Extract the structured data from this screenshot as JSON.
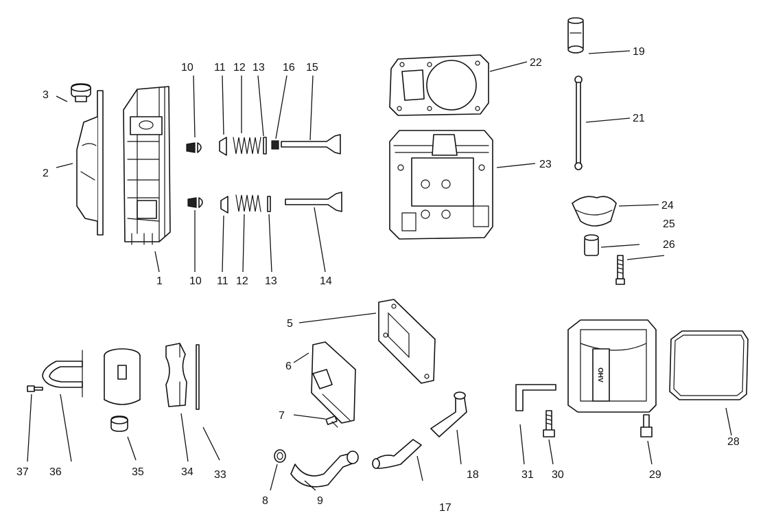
{
  "callouts": {
    "c1": "1",
    "c2": "2",
    "c3": "3",
    "c5": "5",
    "c6": "6",
    "c7": "7",
    "c8": "8",
    "c9": "9",
    "c10a": "10",
    "c10b": "10",
    "c11a": "11",
    "c11b": "11",
    "c12a": "12",
    "c12b": "12",
    "c13a": "13",
    "c13b": "13",
    "c14": "14",
    "c15": "15",
    "c16": "16",
    "c17": "17",
    "c18": "18",
    "c19": "19",
    "c21": "21",
    "c22": "22",
    "c23": "23",
    "c24": "24",
    "c25": "25",
    "c26": "26",
    "c28": "28",
    "c29": "29",
    "c30": "30",
    "c31": "31",
    "c33": "33",
    "c34": "34",
    "c35": "35",
    "c36": "36",
    "c37": "37"
  },
  "cover_marking": "OHV"
}
